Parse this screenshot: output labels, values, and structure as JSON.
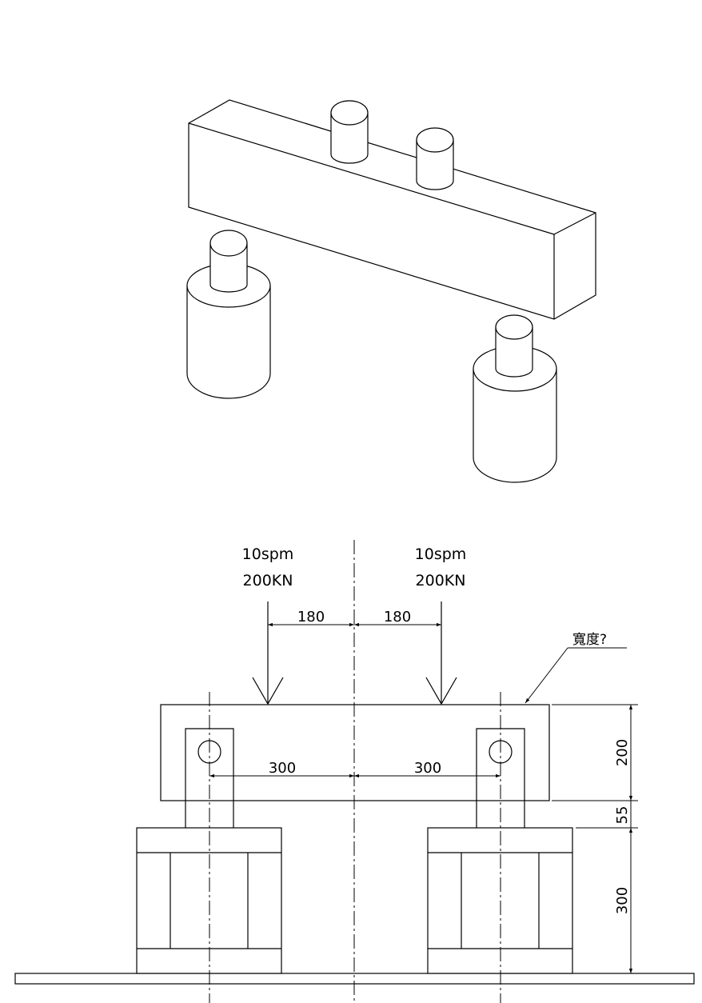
{
  "loads": [
    {
      "speed": "10spm",
      "force": "200KN"
    },
    {
      "speed": "10spm",
      "force": "200KN"
    }
  ],
  "dimensions": {
    "load_offset_left": "180",
    "load_offset_right": "180",
    "support_offset_left": "300",
    "support_offset_right": "300",
    "beam_height": "200",
    "gap_height": "55",
    "cylinder_height": "300"
  },
  "callout": {
    "label": "寬度?"
  }
}
